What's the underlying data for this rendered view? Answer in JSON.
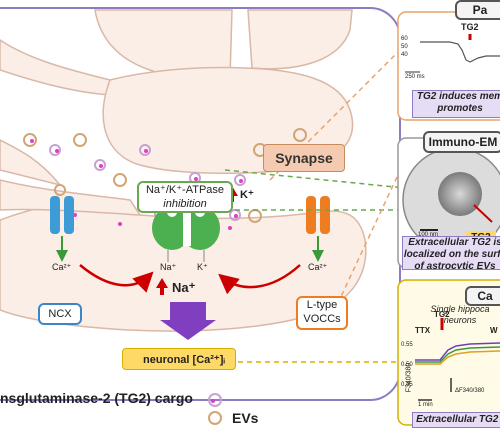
{
  "synapse_label": "Synapse",
  "pump_label_line1": "Na⁺/K⁺-ATPase",
  "pump_label_line2": "inhibition",
  "ncx_label": "NCX",
  "vocc_label_line1": "L-type",
  "vocc_label_line2": "VOCCs",
  "neuronal_ca_label": "neuronal [Ca²⁺]ᵢ",
  "na_small": "Na⁺",
  "k_small": "K⁺",
  "k_plus": "K⁺",
  "na_plus": "Na⁺",
  "ca_left": "Ca²⁺",
  "ca_right": "Ca²⁺",
  "legend_text": "nsglutaminase-2 (TG2) cargo",
  "legend_evs": "EVs",
  "panel_top": {
    "title": "Pa",
    "tg2_marker": "TG2",
    "y_ticks": [
      "60",
      "50",
      "40"
    ],
    "time_scale": "250 ms",
    "caption_line1": "TG2 induces mem",
    "caption_line2": "promotes"
  },
  "panel_mid": {
    "title": "Immuno-EM",
    "scale_bar": "100 nm",
    "tg2_tag": "TG2",
    "caption_line1": "Extracellular TG2 is",
    "caption_line2": "localized on the surfa",
    "caption_line3": "of astrocytic EVs"
  },
  "panel_bottom": {
    "title": "Ca",
    "subtitle_line1": "Single hippoca",
    "subtitle_line2": "neurons",
    "ttx": "TTX",
    "tg2_marker": "TG2",
    "w_marker": "W",
    "y_axis": "F340/380",
    "y_ticks": [
      "0.55",
      "0.50",
      "0.45"
    ],
    "time_scale": "1 min",
    "delta_label": "ΔF340/380",
    "caption": "Extracellular TG2 i"
  },
  "colors": {
    "cell_border": "#8e7cc3",
    "ncx": "#3d9bd6",
    "vocc": "#ee7d22",
    "pump": "#4caf50",
    "synapse_box": "#f4cbb0",
    "ca_box": "#ffd966",
    "arrow_red": "#cc0000",
    "arrow_purple": "#7f3fbf"
  }
}
